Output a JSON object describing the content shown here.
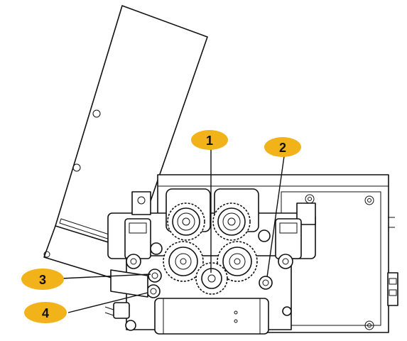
{
  "callouts": [
    {
      "id": "1",
      "label": "1"
    },
    {
      "id": "2",
      "label": "2"
    },
    {
      "id": "3",
      "label": "3"
    },
    {
      "id": "4",
      "label": "4"
    }
  ],
  "colors": {
    "badge": "#f2b31a",
    "line": "#111111",
    "background": "#ffffff"
  }
}
